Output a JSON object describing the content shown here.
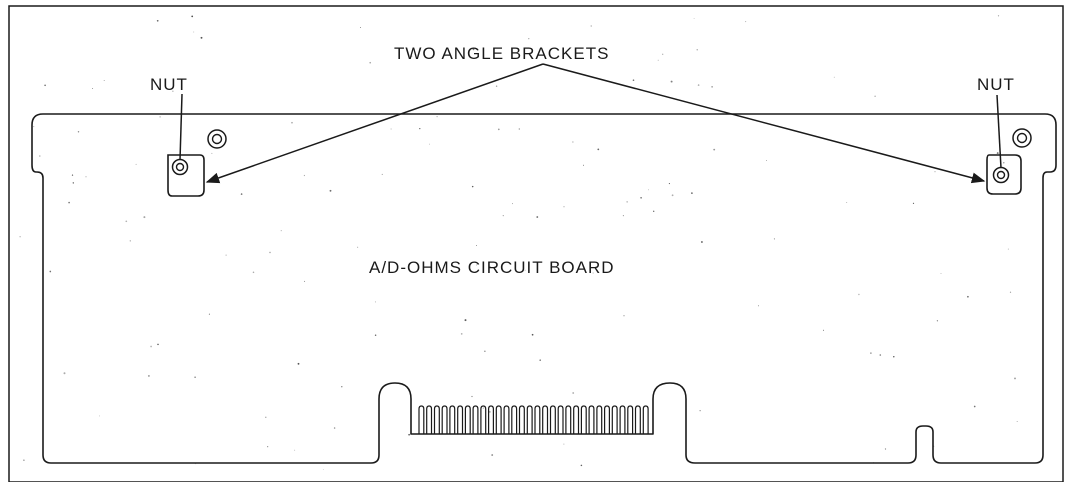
{
  "labels": {
    "callout_title": "TWO ANGLE BRACKETS",
    "nut_left": "NUT",
    "nut_right": "NUT",
    "board_name": "A/D-OHMS CIRCUIT BOARD"
  },
  "colors": {
    "ink": "#1a1a1a",
    "paper": "#ffffff"
  }
}
